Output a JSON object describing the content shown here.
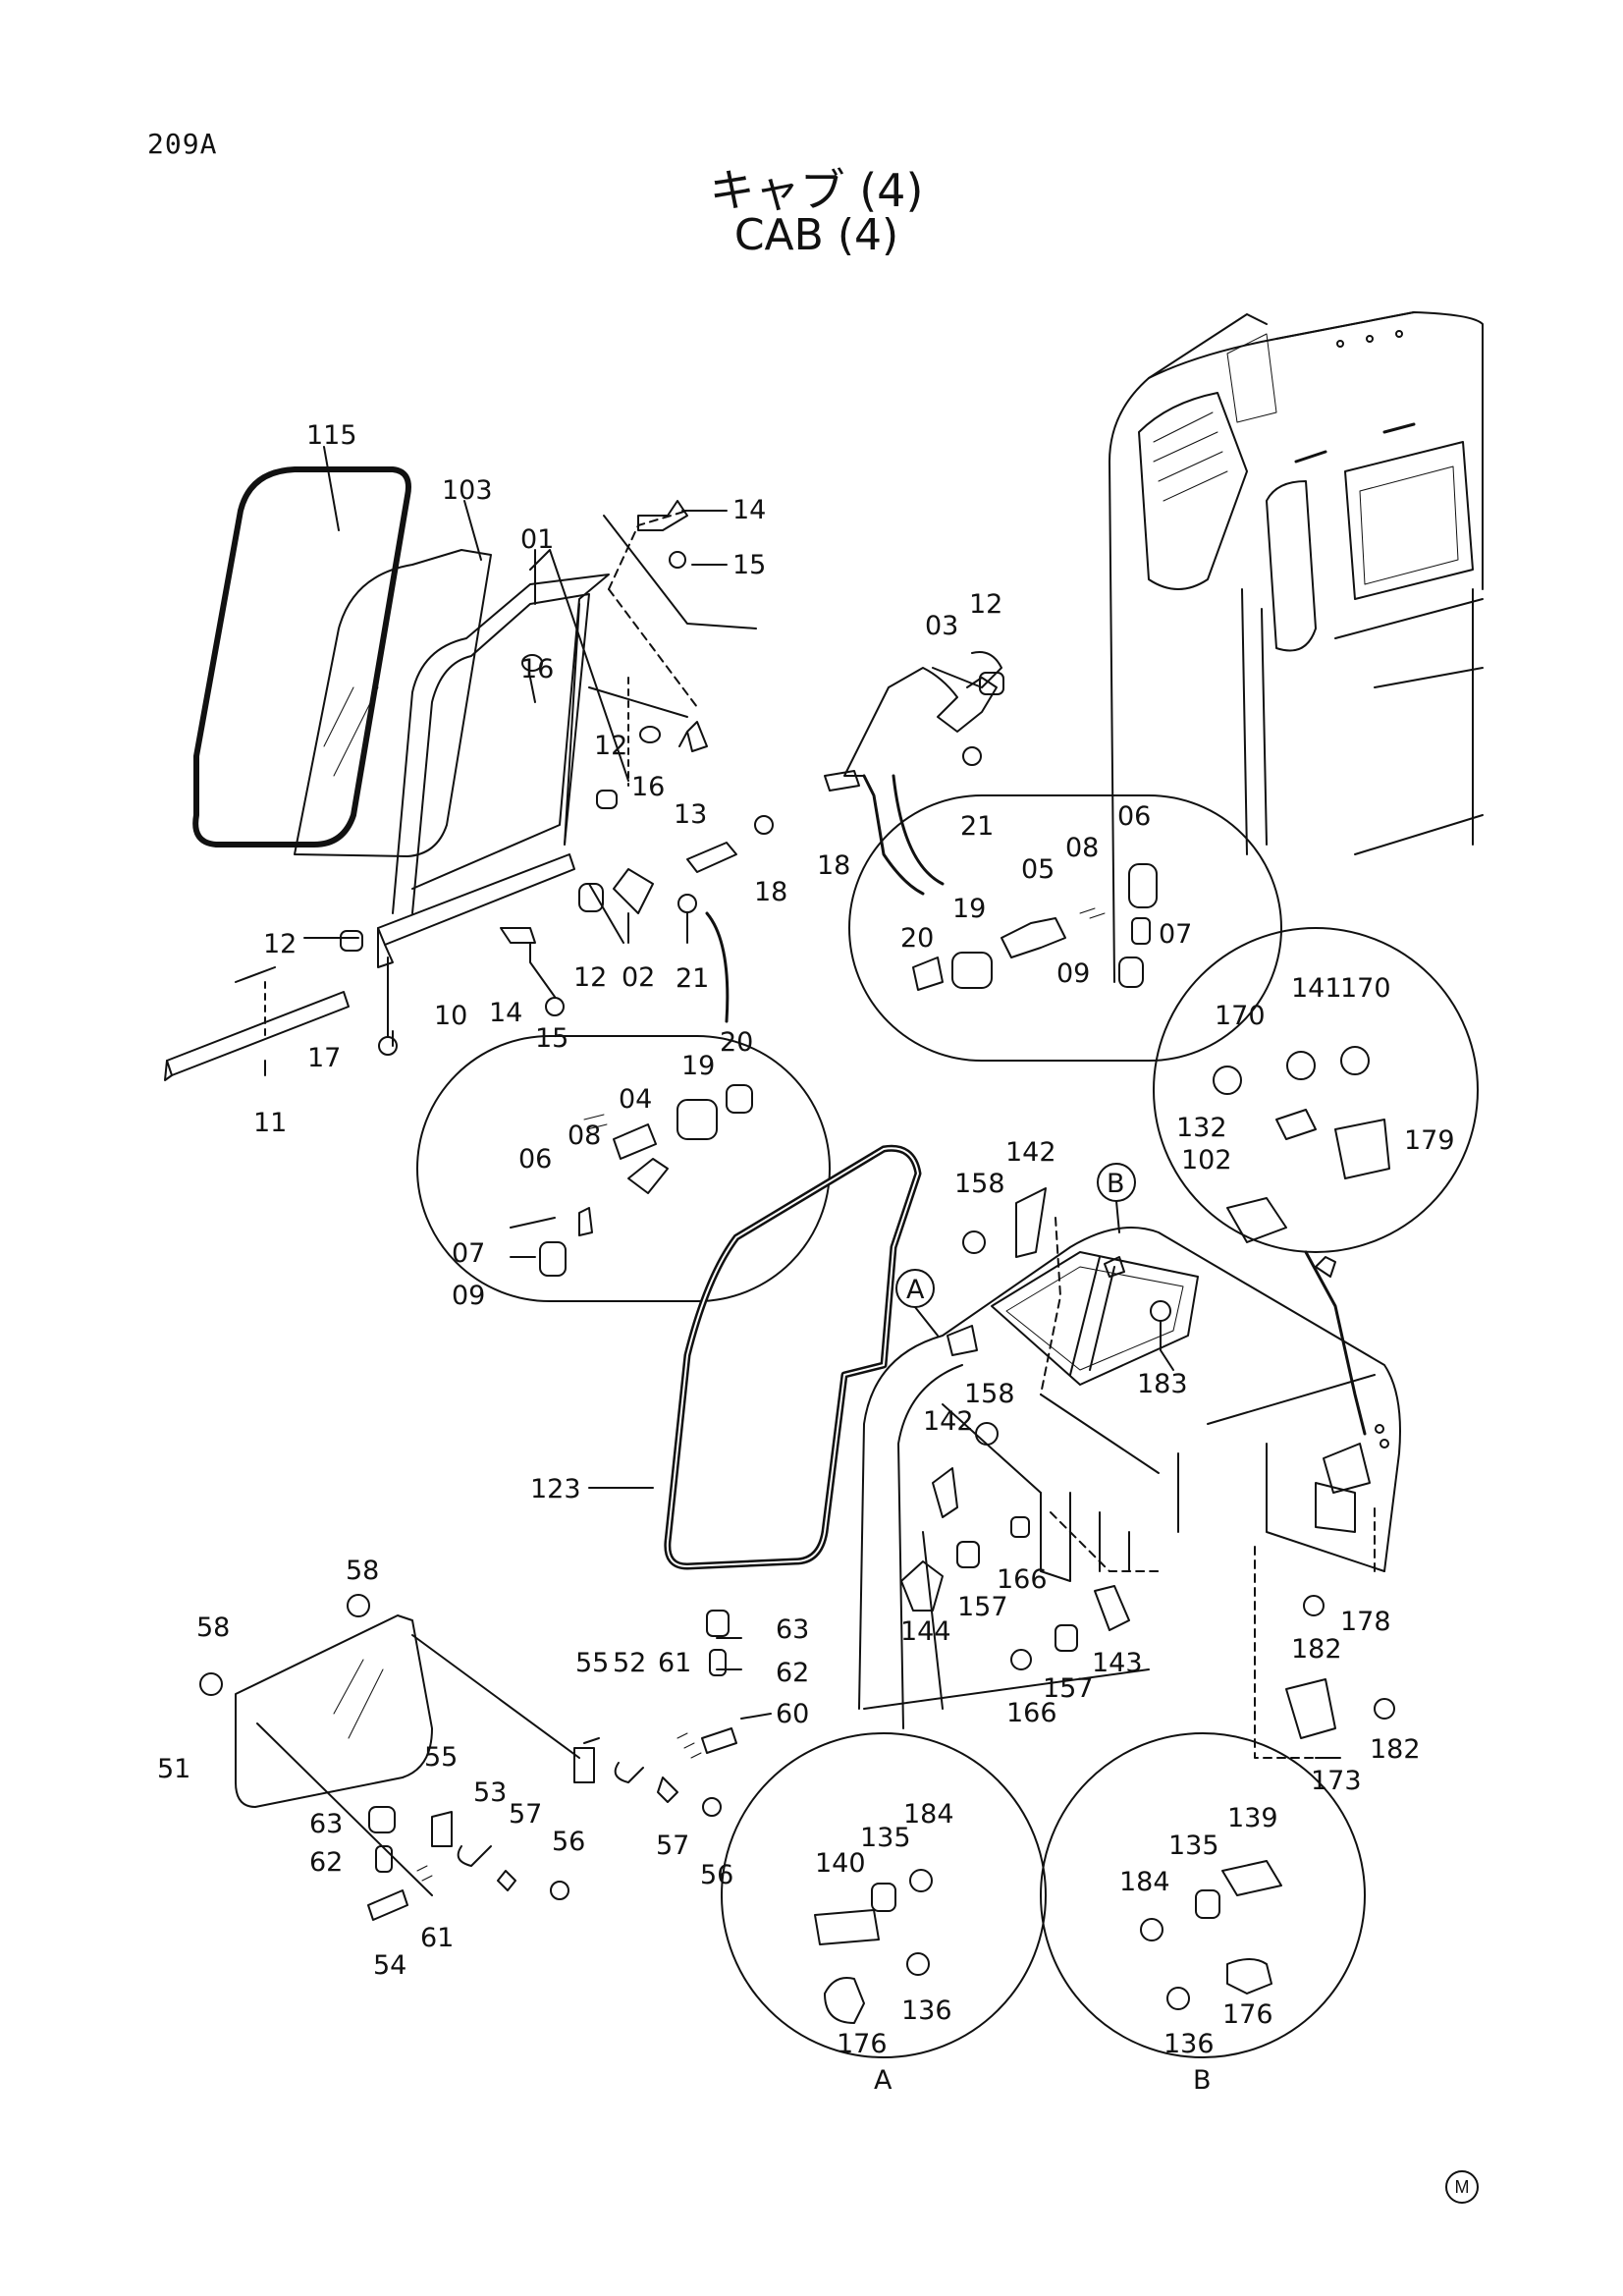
{
  "page_code": "209A",
  "title_jp": "キャブ (4)",
  "title_en": "CAB (4)",
  "corner_mark": "M",
  "callouts": {
    "detail_a": "A",
    "detail_b": "B"
  },
  "parts": {
    "p115": "115",
    "p103": "103",
    "p01": "01",
    "p14a": "14",
    "p15a": "15",
    "p16a": "16",
    "p16b": "16",
    "p12a": "12",
    "p13": "13",
    "p03": "03",
    "p12b": "12",
    "p21a": "21",
    "p18a": "18",
    "p18b": "18",
    "p21b": "21",
    "p12c": "12",
    "p12d": "12",
    "p02": "02",
    "p14b": "14",
    "p15b": "15",
    "p10": "10",
    "p17": "17",
    "p11": "11",
    "p06a": "06",
    "p08a": "08",
    "p05": "05",
    "p19a": "19",
    "p20a": "20",
    "p07a": "07",
    "p09a": "09",
    "p20b": "20",
    "p19b": "19",
    "p04": "04",
    "p08b": "08",
    "p06b": "06",
    "p07b": "07",
    "p09b": "09",
    "p141": "141",
    "p170a": "170",
    "p170b": "170",
    "p132": "132",
    "p179": "179",
    "p102": "102",
    "p142a": "142",
    "p158a": "158",
    "p183": "183",
    "p158b": "158",
    "p142b": "142",
    "p123": "123",
    "p166a": "166",
    "p157a": "157",
    "p144": "144",
    "p143": "143",
    "p157b": "157",
    "p166b": "166",
    "p178": "178",
    "p182a": "182",
    "p182b": "182",
    "p173": "173",
    "p58a": "58",
    "p58b": "58",
    "p51": "51",
    "p55a": "55",
    "p52": "52",
    "p61a": "61",
    "p63a": "63",
    "p62a": "62",
    "p60": "60",
    "p55b": "55",
    "p53": "53",
    "p57a": "57",
    "p57b": "57",
    "p56a": "56",
    "p56b": "56",
    "p63b": "63",
    "p62b": "62",
    "p61b": "61",
    "p54": "54",
    "p184a": "184",
    "p135a": "135",
    "p140": "140",
    "p136a": "136",
    "p176a": "176",
    "p139": "139",
    "p135b": "135",
    "p184b": "184",
    "p136b": "136",
    "p176b": "176"
  }
}
